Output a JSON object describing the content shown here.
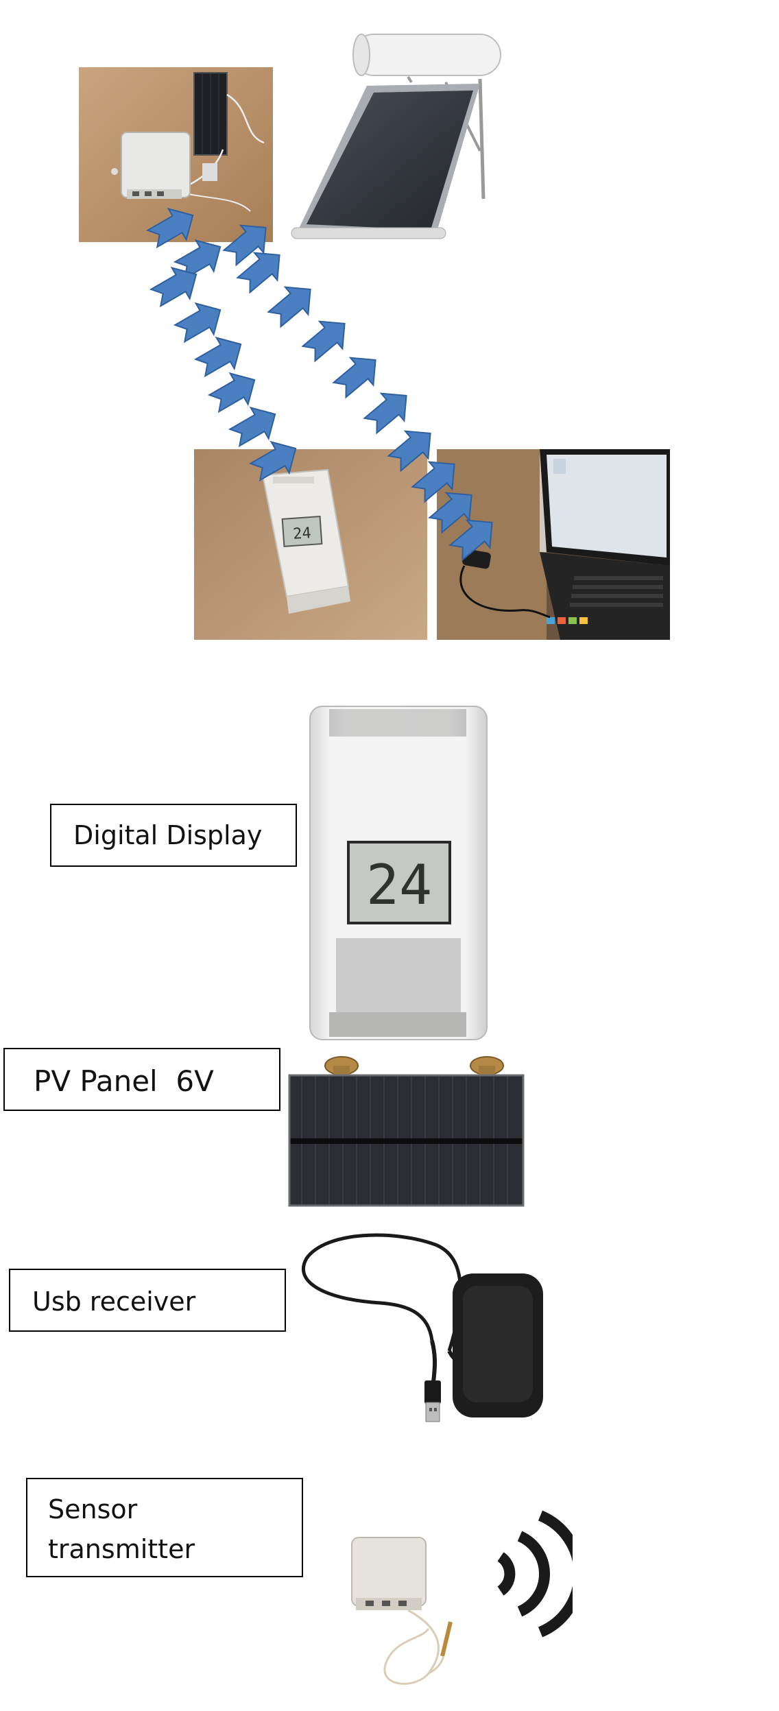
{
  "labels": {
    "digital_display": "Digital Display",
    "pv_panel": "PV Panel  6V",
    "usb_receiver": "Usb receiver",
    "sensor_line1": "Sensor",
    "sensor_line2": "transmitter"
  },
  "display_reading": "24",
  "small_display_reading": "24",
  "colors": {
    "arrow": "#4a7fc1",
    "box_border": "#000000",
    "photo_bg": "#b89470",
    "panel_dark": "#2a2a2e"
  },
  "icons": [
    "signal-waves-icon",
    "wireless-arrow-icon"
  ]
}
